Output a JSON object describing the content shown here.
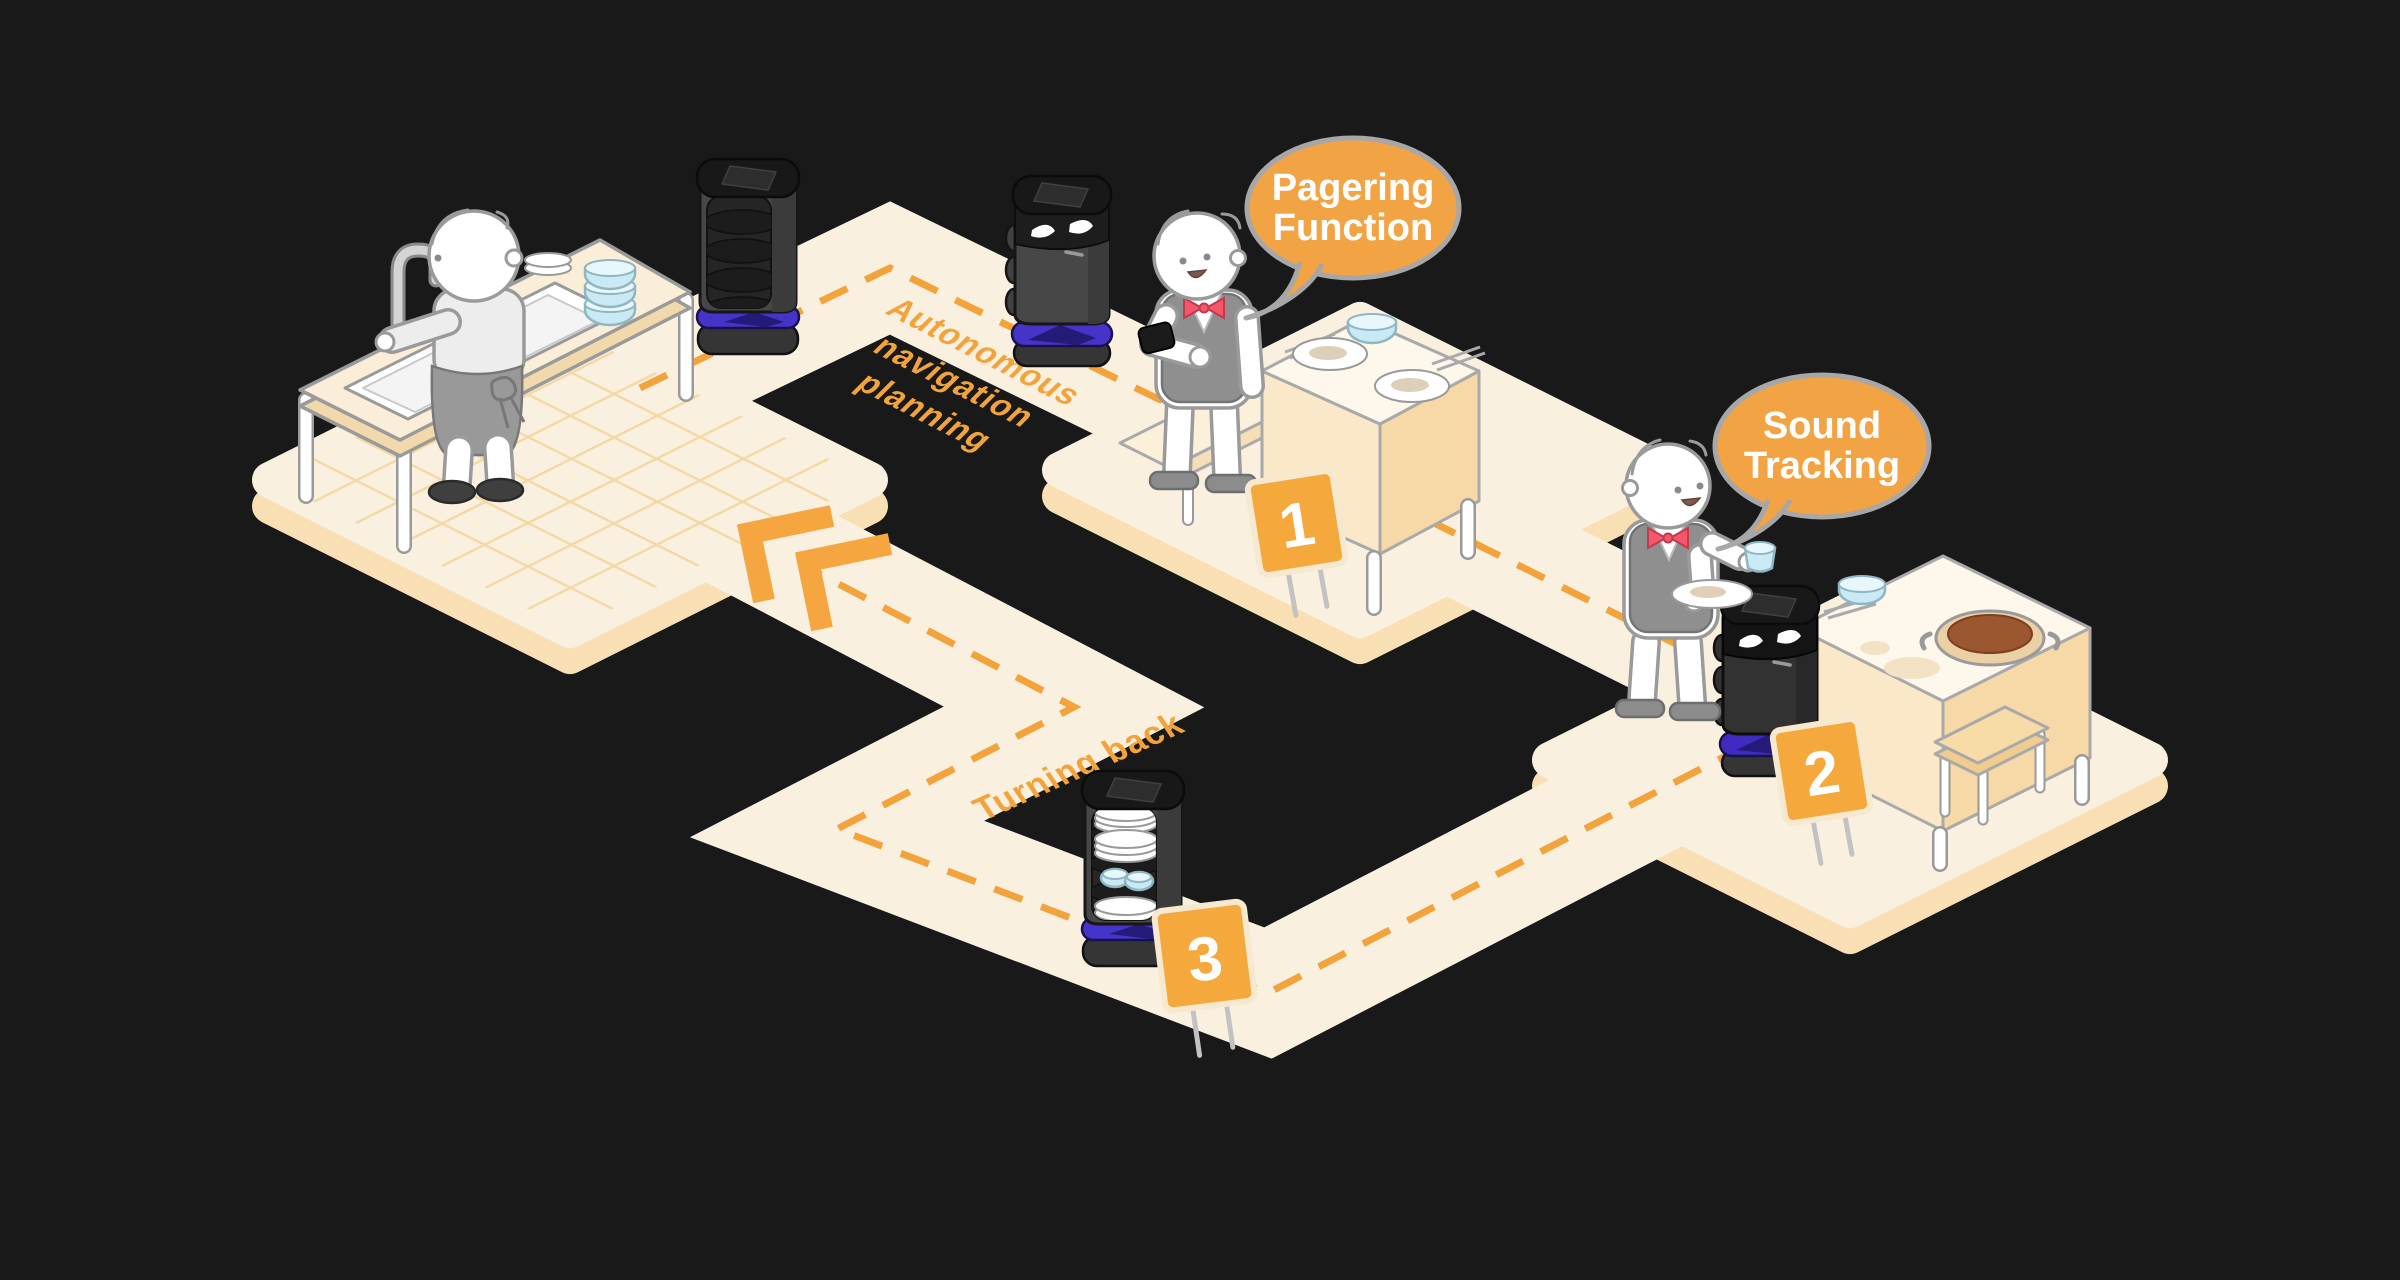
{
  "scene": {
    "background": "#1a1919",
    "floor": "#faf0e0",
    "floor_side": "#f8e0b4",
    "accent": "#f2a33c",
    "route_dash": "#f2a33c",
    "chevron": "#f5a640",
    "bubble_fill": "#f2a444",
    "sign_fill": "#f5a83c",
    "robot_band_purple": "#4633c8"
  },
  "route_labels": {
    "autonomous_line1": "Autonomous",
    "autonomous_line2": "navigation",
    "autonomous_line3": "planning",
    "turning_back": "Turning back"
  },
  "speech_bubbles": {
    "pagering": {
      "line1": "Pagering",
      "line2": "Function"
    },
    "sound_tracking": {
      "line1": "Sound",
      "line2": "Tracking"
    }
  },
  "table_signs": {
    "table1": "1",
    "table2": "2",
    "table3": "3"
  },
  "objects": {
    "robots": [
      "empty-shelf-serving-robot",
      "standing-delivery-robot",
      "table-side-delivery-robot",
      "dish-loaded-shelf-robot"
    ],
    "people": [
      "dishwasher-at-sink",
      "waiter-with-pager",
      "waiter-collecting-dishes"
    ]
  }
}
